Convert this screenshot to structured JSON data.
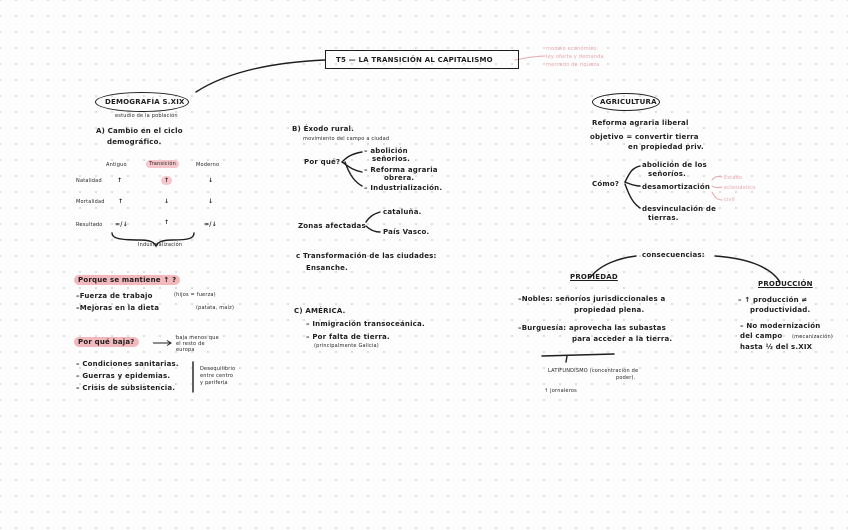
{
  "title": "T5 — LA TRANSICIÓN AL CAPITALISMO",
  "title_note": [
    "modelo económico:",
    "ley oferta y demanda",
    "mercado de riqueza"
  ],
  "demografia": {
    "title": "DEMOGRAFÍA S.XIX",
    "subtitle": "estudio de la población",
    "a_label": "A) Cambio en el ciclo",
    "a_label2": "demográfico.",
    "cols": [
      "Antiguo",
      "Transición",
      "Moderno"
    ],
    "rows": [
      {
        "label": "Natalidad",
        "v": [
          "↑",
          "↑",
          "↓"
        ]
      },
      {
        "label": "Mortalidad",
        "v": [
          "↑",
          "↓",
          "↓"
        ]
      },
      {
        "label": "Resultado",
        "v": [
          "=/↓",
          "↑",
          "=/↓"
        ]
      }
    ],
    "bracket_label": "Industrialización",
    "q1": "Porque se mantiene ↑ ?",
    "q1_items": [
      "–Fuerza de trabajo",
      "–Mejoras en la dieta"
    ],
    "q1_notes": [
      "(hijos = fuerza)",
      "(patata, maíz)"
    ],
    "q2": "Por qué baja?",
    "q2_note": [
      "baja menos que",
      "el resto de",
      "europa"
    ],
    "q2_items": [
      "– Condiciones sanitarias.",
      "– Guerras y epidemias.",
      "– Crisis de subsistencia."
    ],
    "q2_side": [
      "Desequilibrio",
      "entre centro",
      "y periferia"
    ]
  },
  "exodo": {
    "b_label": "B) Éxodo rural.",
    "b_sub": "movimiento del campo a ciudad",
    "porque": "Por qué?",
    "reasons": [
      "– abolición",
      "señorios.",
      "– Reforma agraria",
      "obrera.",
      "– Industrialización."
    ],
    "zonas": "Zonas afectadas",
    "zonas_items": [
      "cataluña.",
      "País Vasco."
    ],
    "c_line1": "c Transformación de las ciudades:",
    "c_line2": "Ensanche.",
    "america": "C) AMÉRICA.",
    "america_items": [
      "– Inmigración transoceánica.",
      "– Por falta de tierra."
    ],
    "america_note": "(principalmente Galicia)"
  },
  "agricultura": {
    "title": "AGRICULTURA",
    "line1": "Reforma agraria liberal",
    "line2a": "objetivo = convertir tierra",
    "line2b": "en propiedad priv.",
    "como": "Cómo?",
    "items": [
      "abolición de los",
      "señoríos.",
      "desamortización",
      "desvinculación de",
      "tierras."
    ],
    "pink_notes": [
      "Estado",
      "eclesiástico",
      "civil"
    ],
    "consecuencias": "consecuencias:",
    "propiedad": "PROPIEDAD",
    "produccion": "PRODUCCIÓN",
    "prop_items": [
      "–Nobles: señoríos jurisdiccionales a",
      "propiedad plena.",
      "–Burguesía: aprovecha las subastas",
      "para acceder a la tierra."
    ],
    "latifundismo": [
      "LATIFUNDISMO (concentración de",
      "poder).",
      "↑ jornaleros"
    ],
    "prod_items": [
      "– ↑ producción ≠",
      "productividad.",
      "– No modernización",
      "del campo",
      "hasta ½ del s.XIX"
    ],
    "prod_note": "(mecanización)"
  }
}
